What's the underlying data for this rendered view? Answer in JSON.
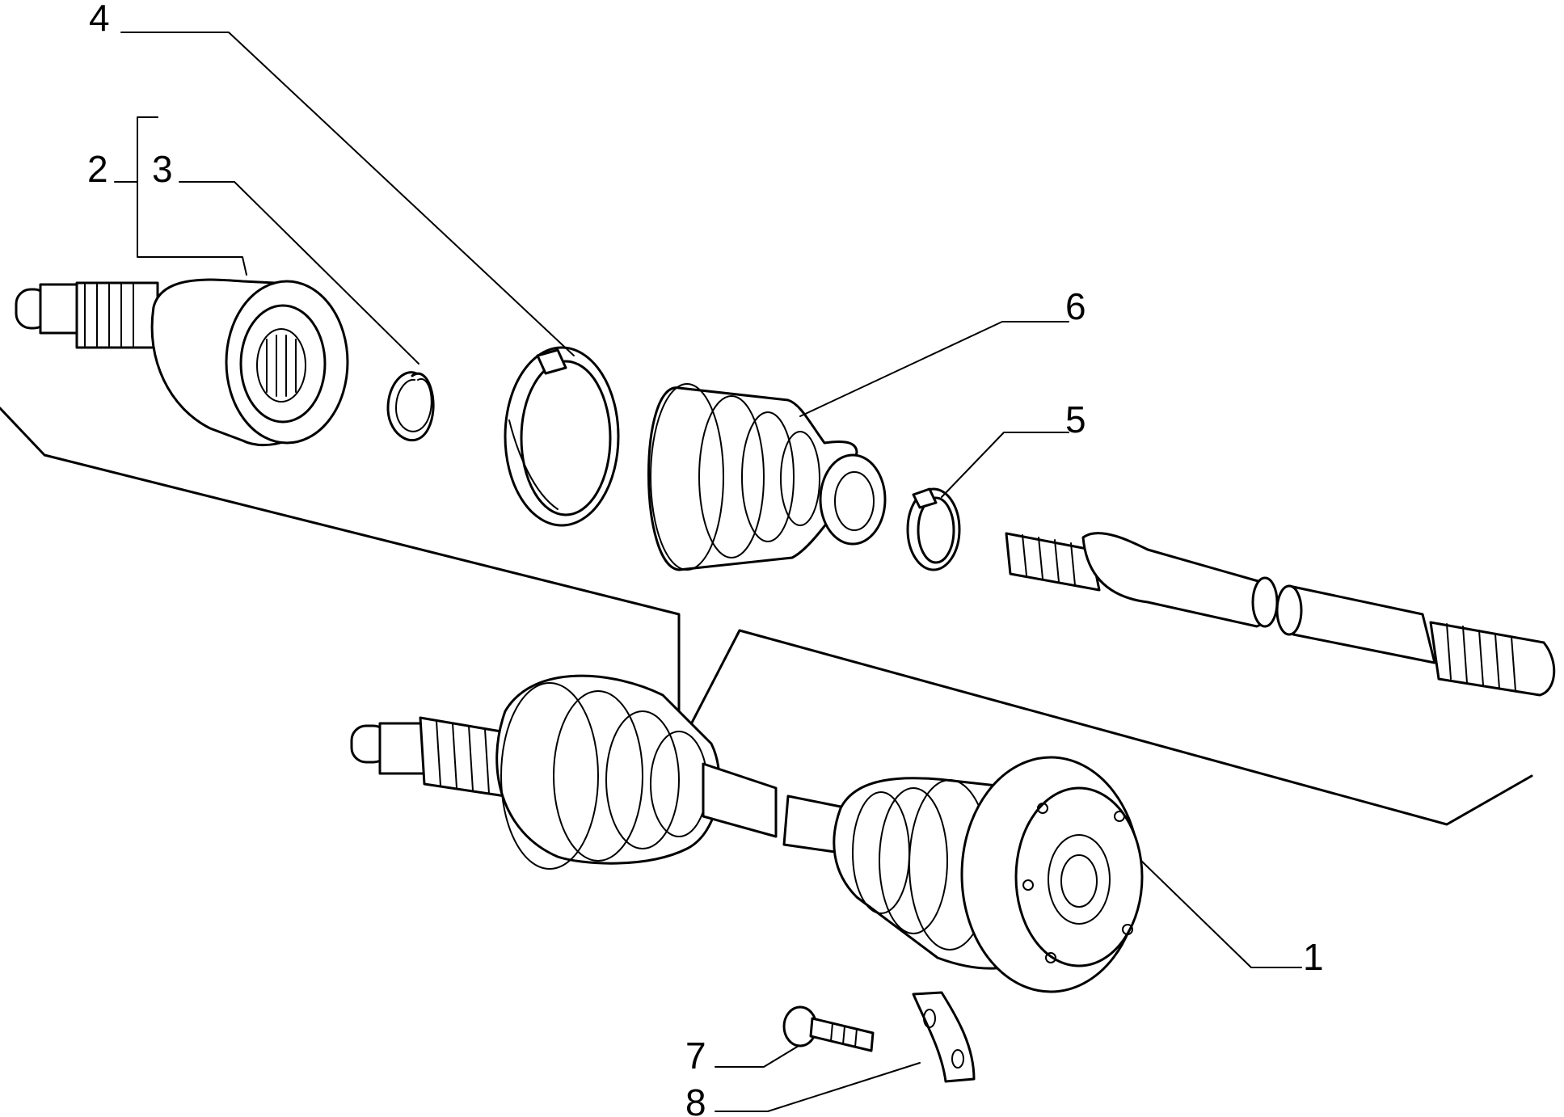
{
  "diagram": {
    "callouts": [
      {
        "id": "c1",
        "label": "1"
      },
      {
        "id": "c2",
        "label": "2"
      },
      {
        "id": "c3",
        "label": "3"
      },
      {
        "id": "c4",
        "label": "4"
      },
      {
        "id": "c5",
        "label": "5"
      },
      {
        "id": "c6",
        "label": "6"
      },
      {
        "id": "c7",
        "label": "7"
      },
      {
        "id": "c8",
        "label": "8"
      }
    ],
    "colors": {
      "line": "#000000",
      "background": "#ffffff"
    }
  }
}
